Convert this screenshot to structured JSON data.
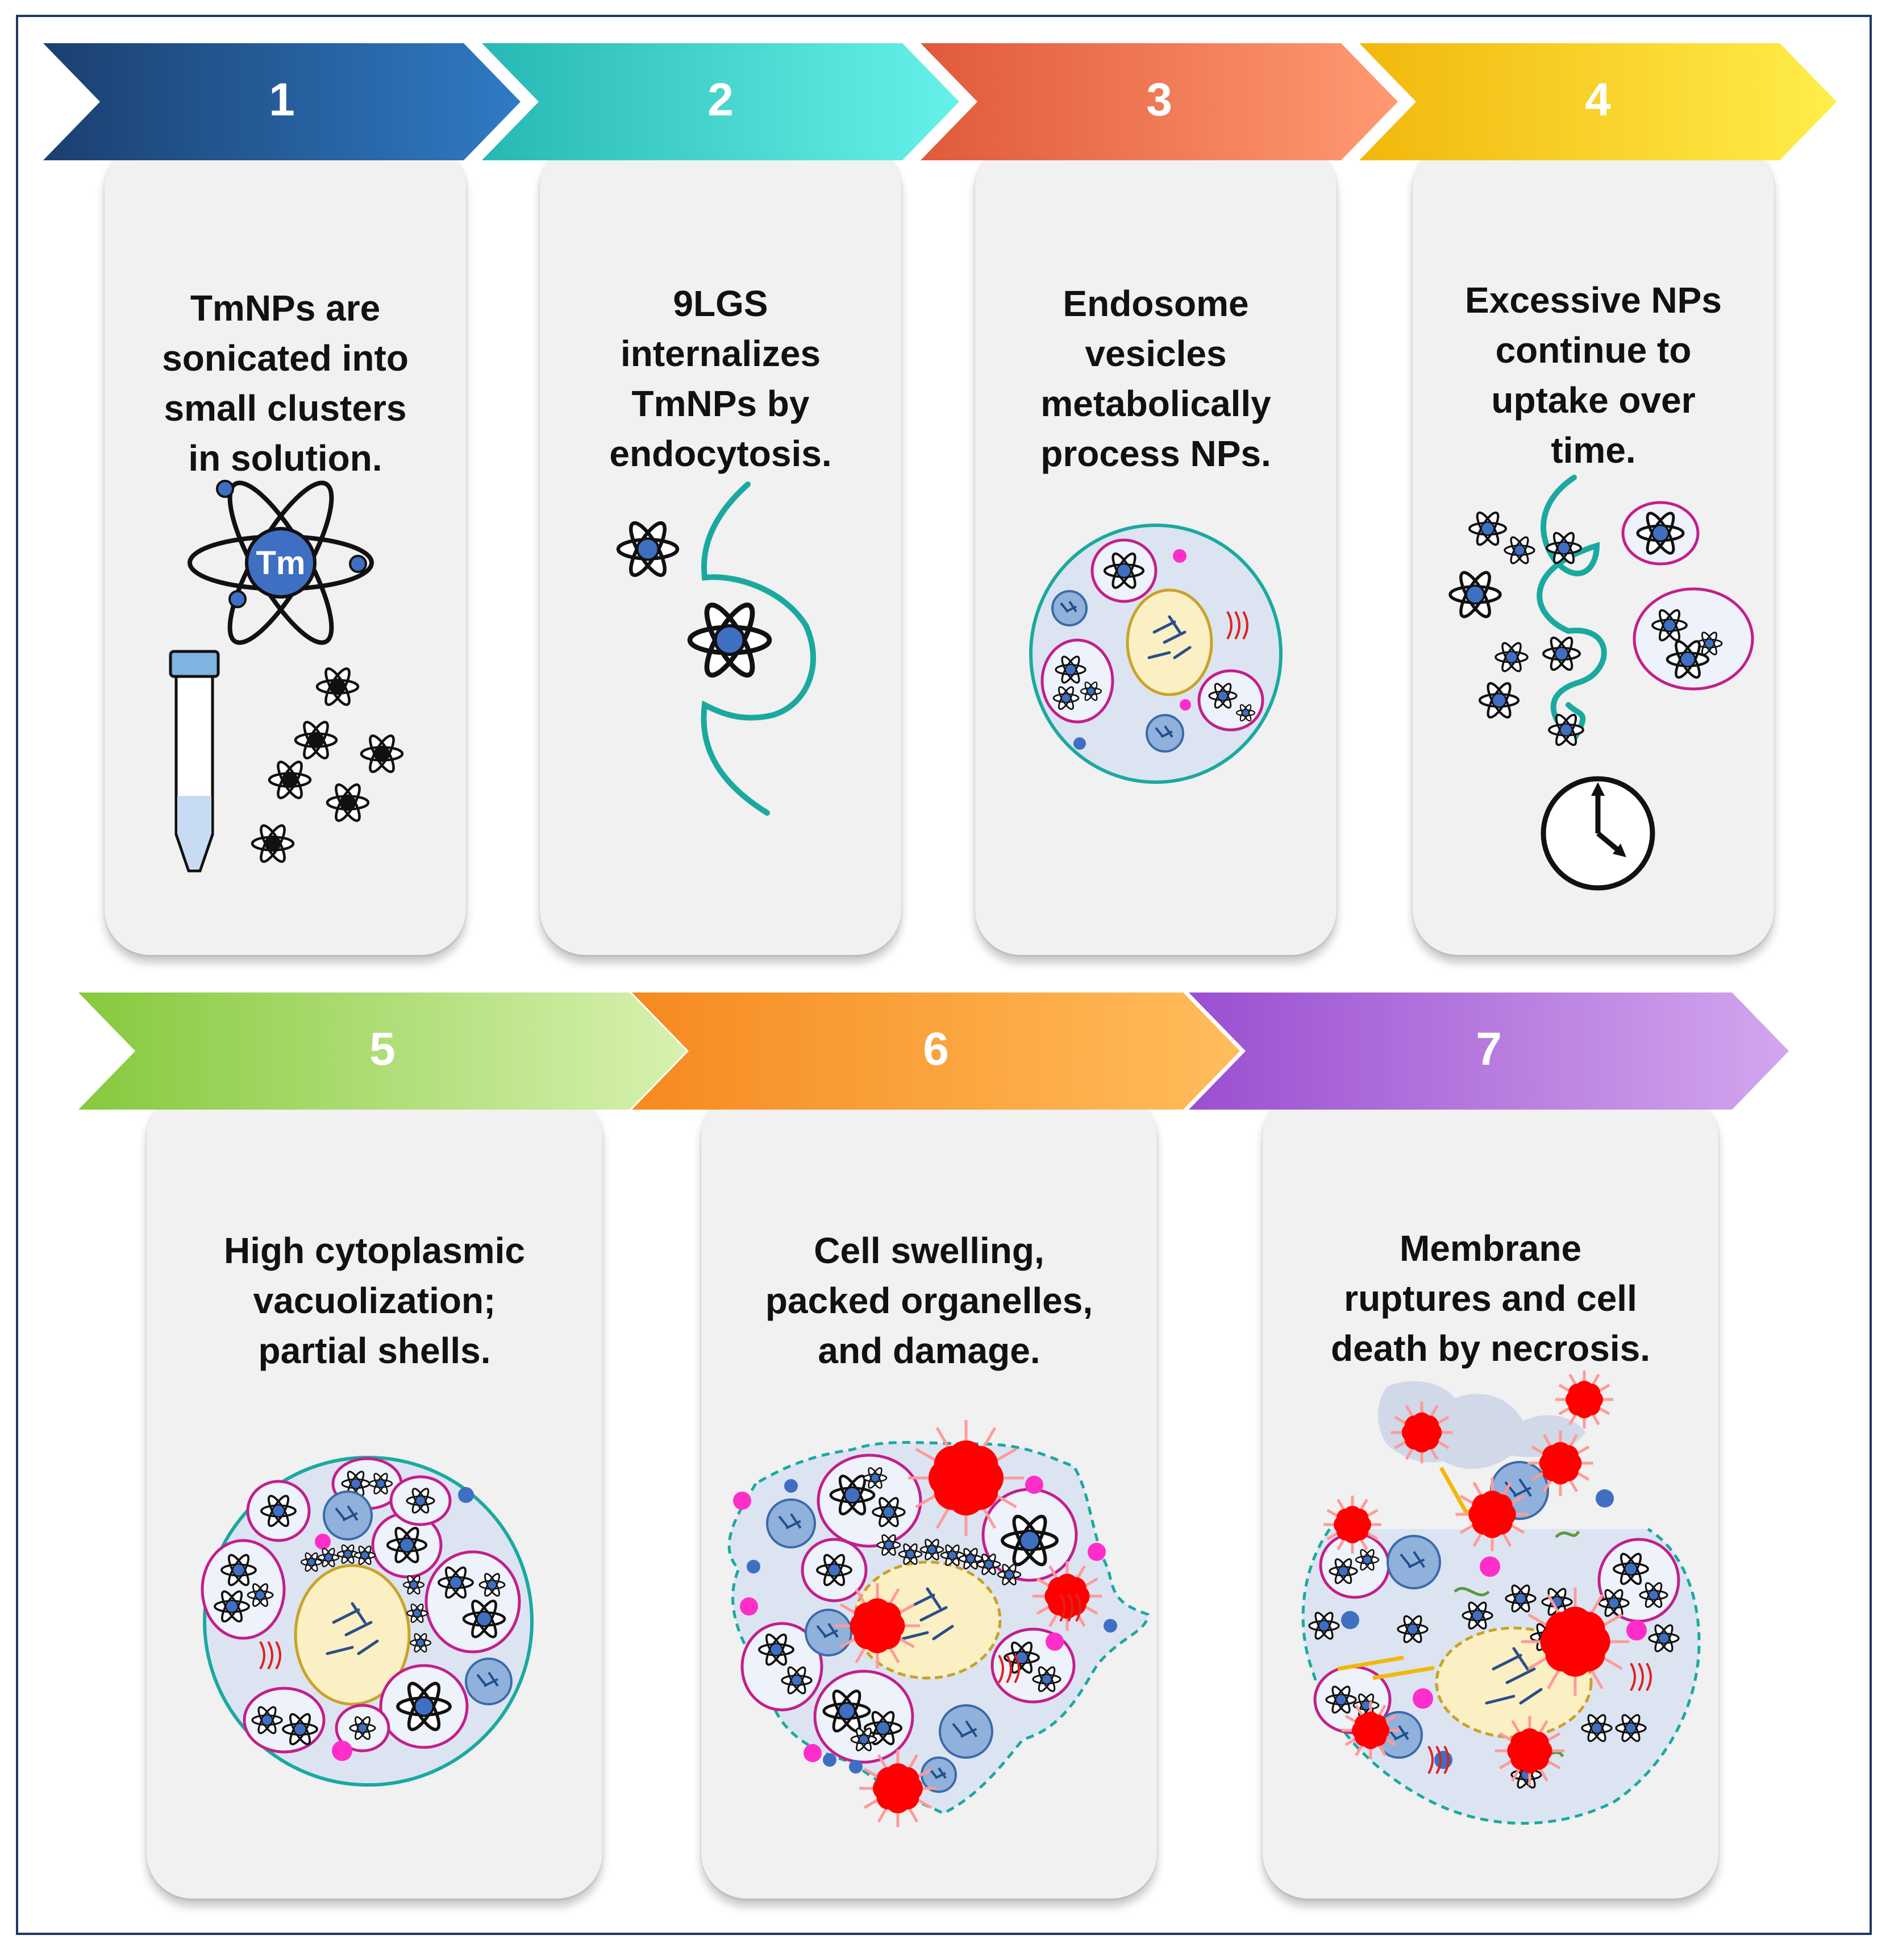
{
  "steps": [
    {
      "number": "1",
      "text": "TmNPs are\nsonicated into\nsmall clusters\nin solution.",
      "atom_label": "Tm",
      "colors": [
        "#1b3f70",
        "#2f7bc4"
      ]
    },
    {
      "number": "2",
      "text": "9LGS\ninternalizes\nTmNPs by\nendocytosis.",
      "colors": [
        "#28b8b3",
        "#66f2ea"
      ]
    },
    {
      "number": "3",
      "text": "Endosome\nvesicles\nmetabolically\nprocess NPs.",
      "colors": [
        "#e05a3a",
        "#ff9a72"
      ]
    },
    {
      "number": "4",
      "text": "Excessive NPs\ncontinue to\nuptake over\ntime.",
      "colors": [
        "#f2b70c",
        "#ffee4a"
      ]
    },
    {
      "number": "5",
      "text": "High cytoplasmic\nvacuolization;\npartial shells.",
      "colors": [
        "#86c93d",
        "#d8f1b0"
      ]
    },
    {
      "number": "6",
      "text": "Cell swelling,\npacked organelles,\nand damage.",
      "colors": [
        "#f68a1f",
        "#ffbd5c"
      ]
    },
    {
      "number": "7",
      "text": "Membrane\nruptures and cell\ndeath by necrosis.",
      "colors": [
        "#9b4fd0",
        "#d3a6ee"
      ]
    }
  ],
  "palette": {
    "nanoparticle": "#3f6fc2",
    "vesicle": "#c21f8c",
    "membrane": "#1aa9a0",
    "cytoplasm": "#dce4f2",
    "nucleus": "#fbefc4",
    "nucleus_border": "#c9a227",
    "damage": "#ff0000",
    "magenta_dot": "#ff2ecb"
  }
}
